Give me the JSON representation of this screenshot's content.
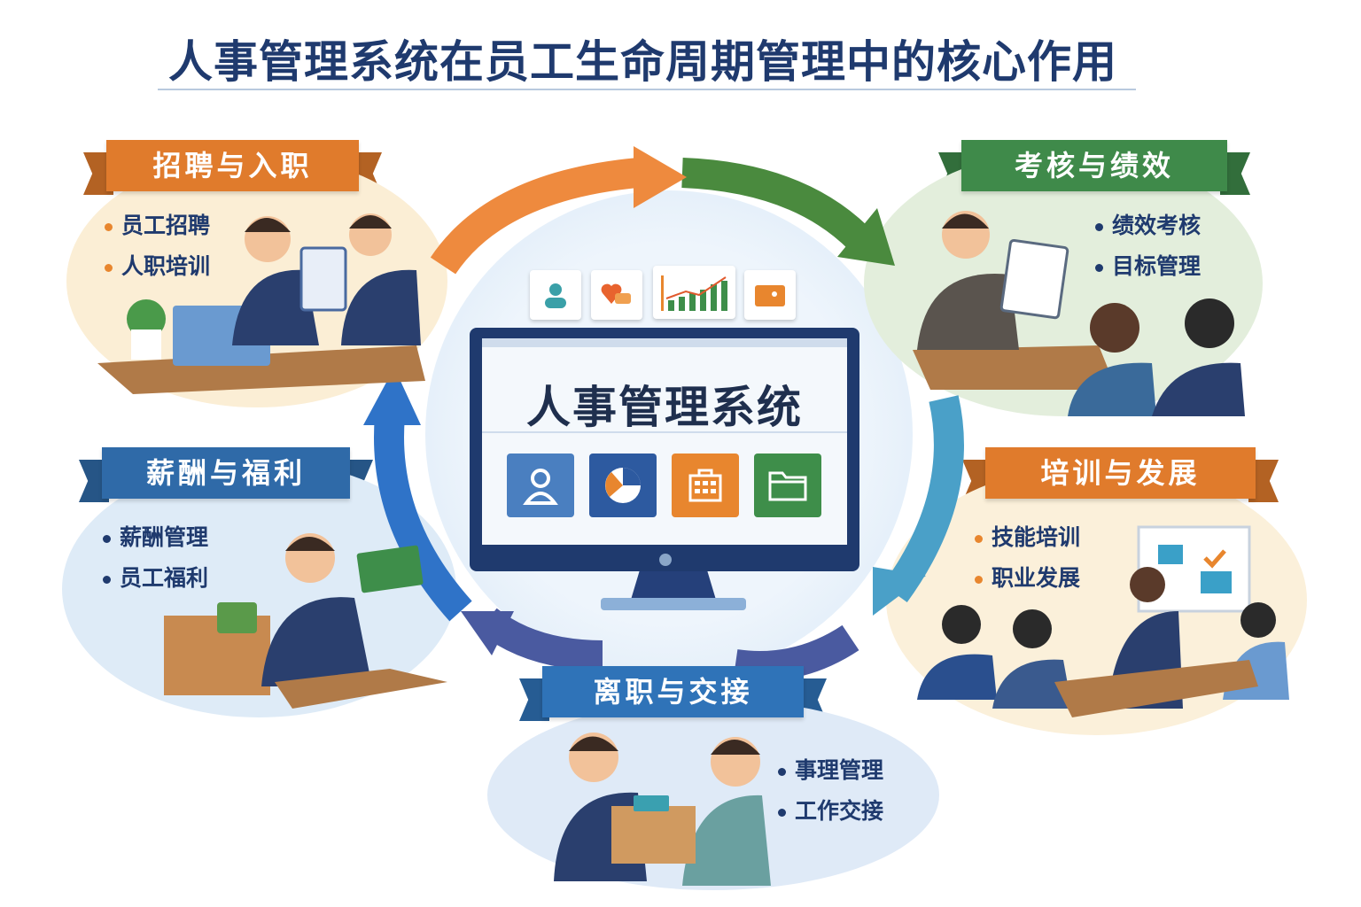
{
  "title": "人事管理系统在员工生命周期管理中的核心作用",
  "center": {
    "label": "人事管理系统",
    "tiles": [
      "user-icon",
      "pie-chart-icon",
      "calendar-icon",
      "folder-icon"
    ],
    "cards": [
      "user-card-icon",
      "chat-heart-icon",
      "bar-chart-icon",
      "folder-card-icon"
    ]
  },
  "stages": [
    {
      "title": "招聘与入职",
      "items": [
        "员工招聘",
        "人职培训"
      ],
      "color": "#e07b2c"
    },
    {
      "title": "考核与绩效",
      "items": [
        "绩效考核",
        "目标管理"
      ],
      "color": "#3f8a4a"
    },
    {
      "title": "培训与发展",
      "items": [
        "技能培训",
        "职业发展"
      ],
      "color": "#e07b2c"
    },
    {
      "title": "离职与交接",
      "items": [
        "事理管理",
        "工作交接"
      ],
      "color": "#2f73b8"
    },
    {
      "title": "薪酬与福利",
      "items": [
        "薪酬管理",
        "员工福利"
      ],
      "color": "#2f6aa8"
    }
  ],
  "arrow_colors": [
    "#ee8a3e",
    "#4a8a3e",
    "#4aa0c8",
    "#4a5aa0",
    "#2f73c8"
  ]
}
